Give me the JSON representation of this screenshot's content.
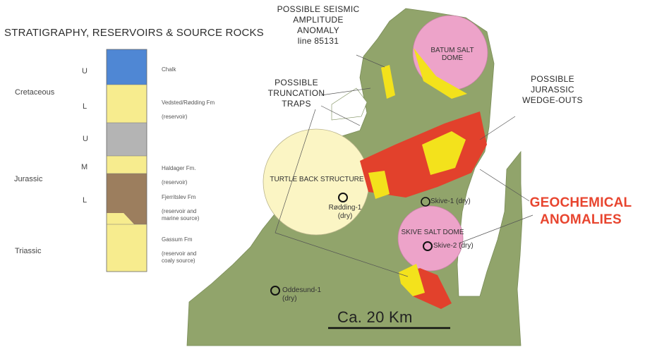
{
  "title": "STRATIGRAPHY, RESERVOIRS & SOURCE ROCKS",
  "colors": {
    "chalk": "#4f87d4",
    "reservoir": "#f7ec8e",
    "upper_jurassic": "#b4b4b4",
    "shale": "#9c7e5e",
    "land": "#91a46b",
    "dome": "#eda3c9",
    "turtle": "#fbf5c4",
    "anomaly_red": "#e2412c",
    "anomaly_yellow": "#f3e21c",
    "geochem": "#e8452f"
  },
  "stratigraphy": {
    "periods": [
      "Cretaceous",
      "Jurassic",
      "Triassic"
    ],
    "subdivisions": [
      "U",
      "L",
      "U",
      "M",
      "L"
    ],
    "formations": [
      {
        "name": "Chalk",
        "note": ""
      },
      {
        "name": "Vedsted/Rødding Fm",
        "note": "(reservoir)"
      },
      {
        "name": "Haldager Fm.",
        "note": "(reservoir)"
      },
      {
        "name": "Fjerritslev Fm",
        "note": "(reservoir and\nmarine source)"
      },
      {
        "name": "Gassum Fm",
        "note": "(reservoir and\ncoaly source)"
      }
    ]
  },
  "map": {
    "callouts": {
      "seismic": "POSSIBLE SEISMIC\nAMPLITUDE\nANOMALY\nline 85131",
      "truncation": "POSSIBLE\nTRUNCATION\nTRAPS",
      "wedgeouts": "POSSIBLE\nJURASSIC\nWEDGE-OUTS",
      "geochem": "GEOCHEMICAL\nANOMALIES"
    },
    "structures": {
      "batum": "BATUM SALT DOME",
      "turtle": "TURTLE BACK STRUCTURE",
      "skive_dome": "SKIVE SALT DOME"
    },
    "wells": [
      {
        "name": "Rødding-1",
        "status": "(dry)"
      },
      {
        "name": "Skive-1 (dry)",
        "status": ""
      },
      {
        "name": "Skive-2 (dry)",
        "status": ""
      },
      {
        "name": "Oddesund-1",
        "status": "(dry)"
      }
    ],
    "scale": "Ca. 20 Km"
  }
}
